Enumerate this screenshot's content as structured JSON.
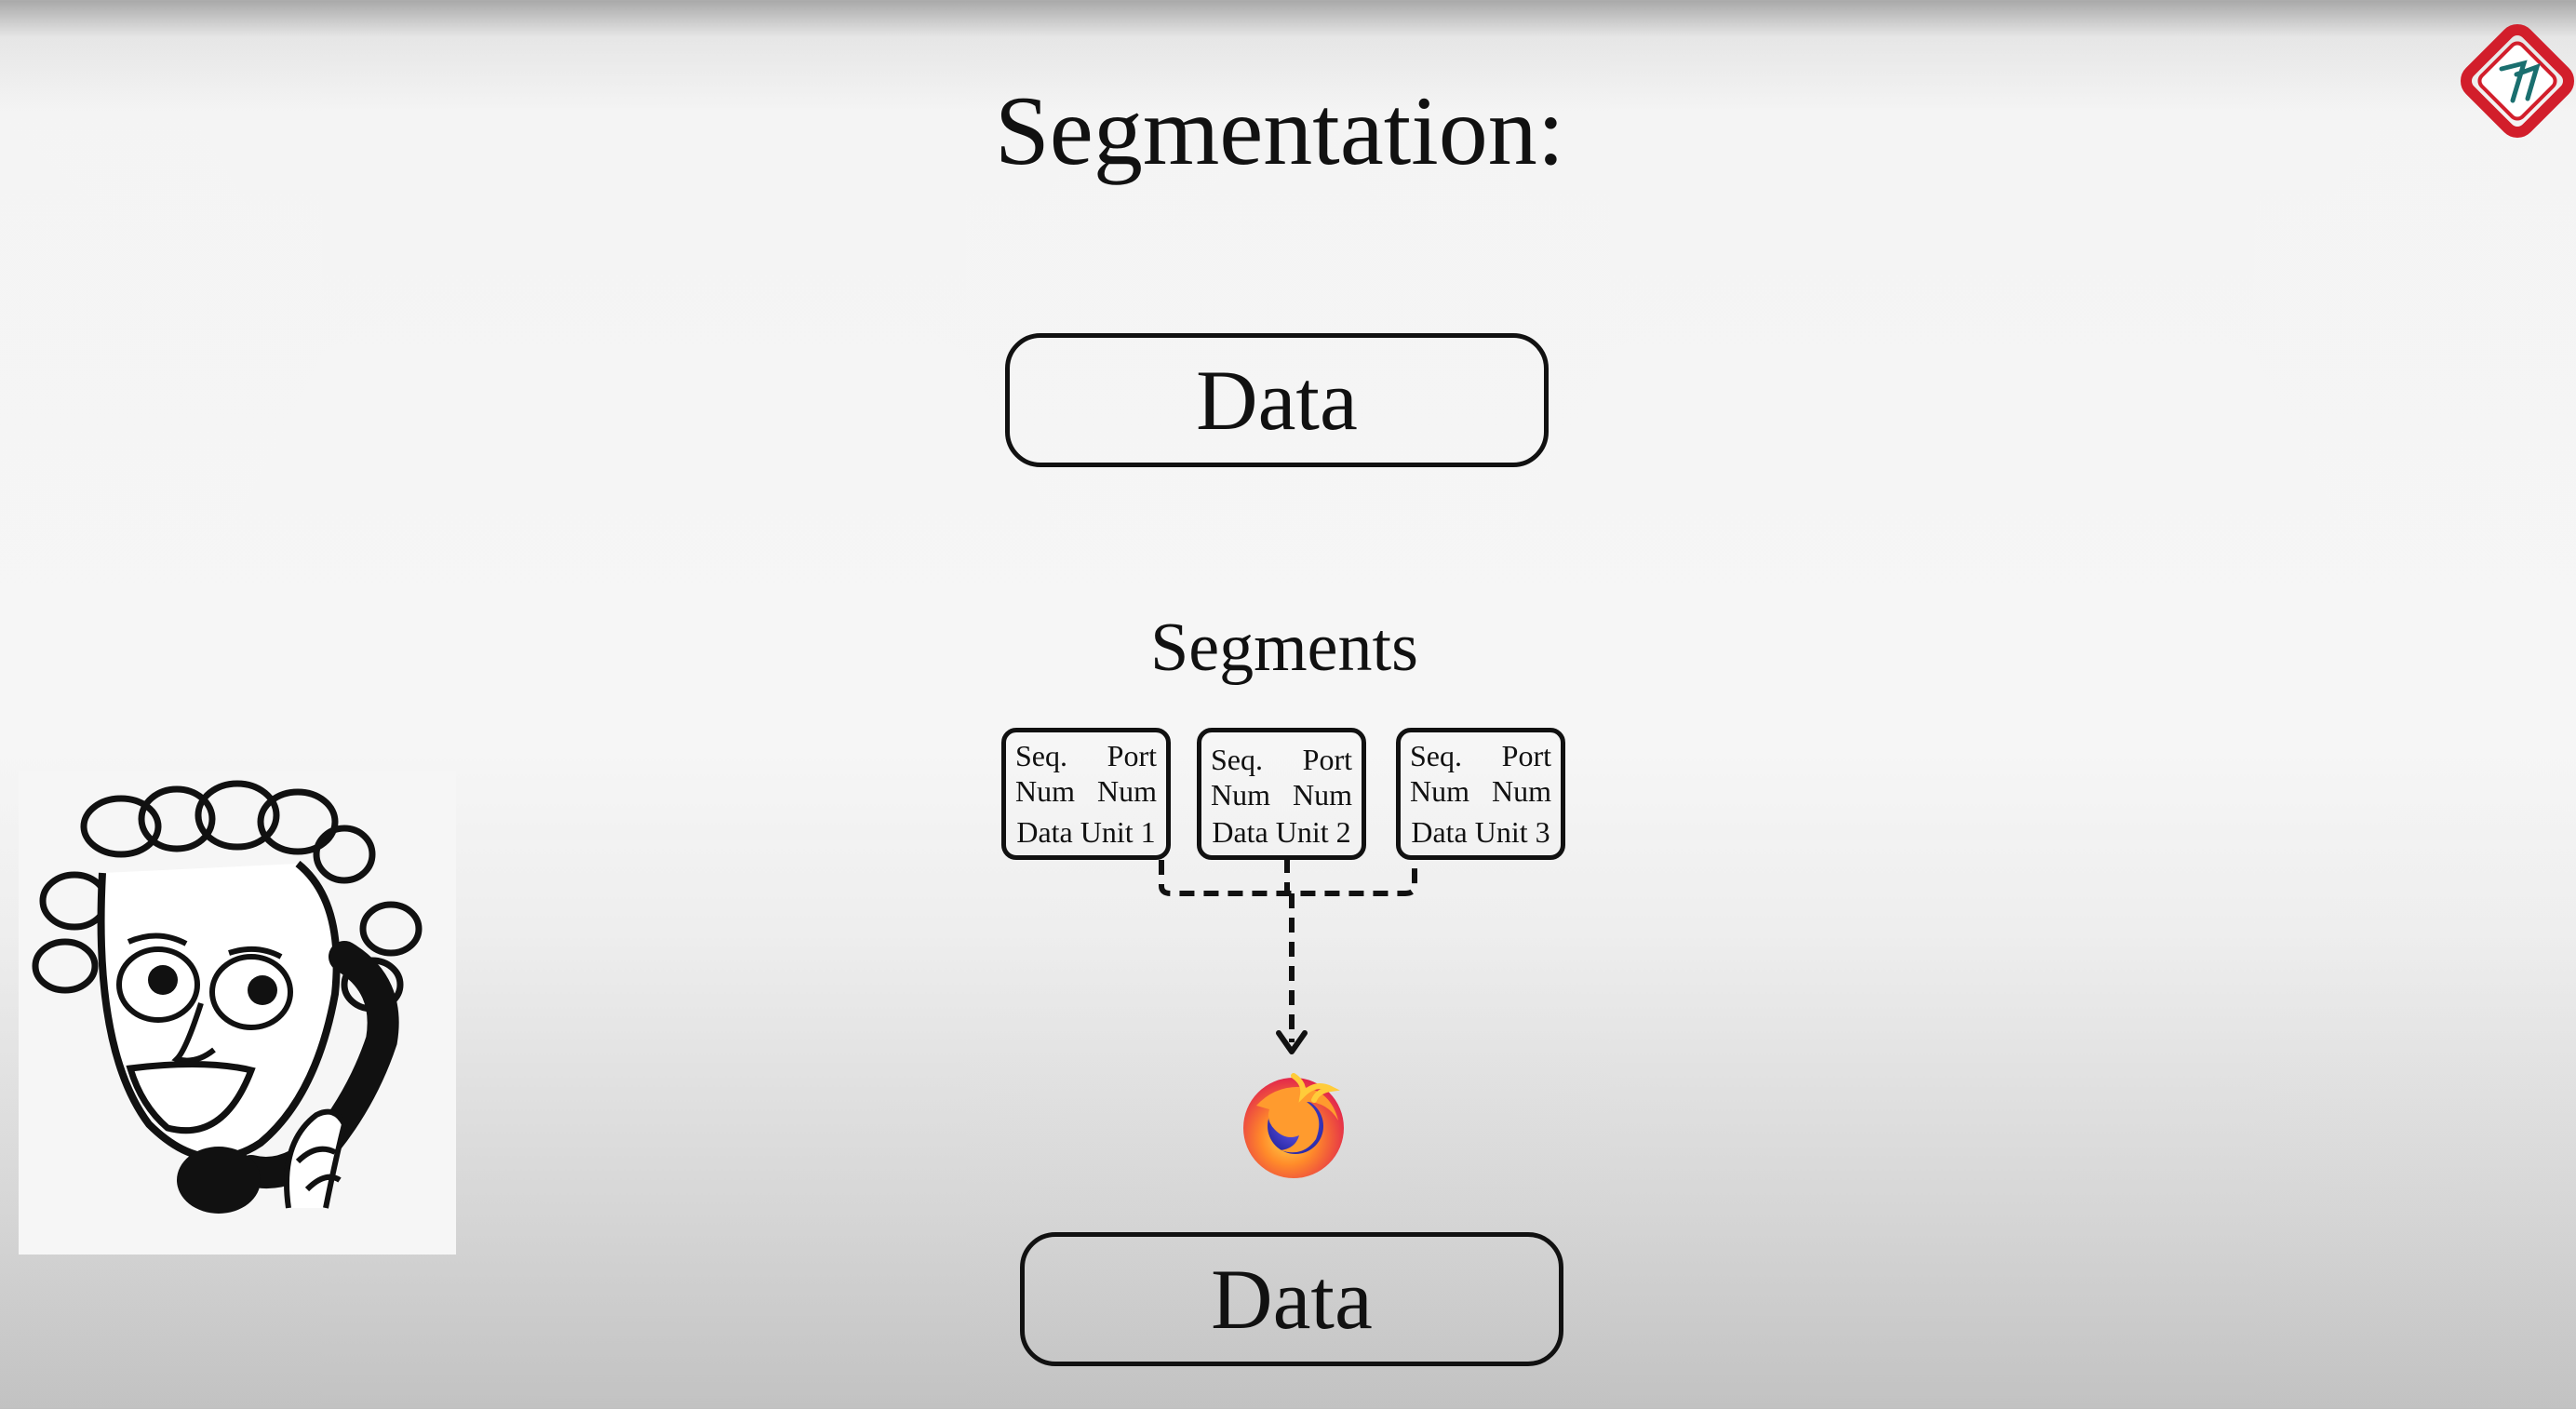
{
  "title": "Segmentation:",
  "top_box": {
    "label": "Data"
  },
  "segments_label": "Segments",
  "segments": [
    {
      "seq_top": "Seq.",
      "port_top": "Port",
      "seq_bottom": "Num",
      "port_bottom": "Num",
      "unit": "Data Unit 1"
    },
    {
      "seq_top": "Seq.",
      "port_top": "Port",
      "seq_bottom": "Num",
      "port_bottom": "Num",
      "unit": "Data Unit 2"
    },
    {
      "seq_top": "Seq.",
      "port_top": "Port",
      "seq_bottom": "Num",
      "port_bottom": "Num",
      "unit": "Data Unit 3"
    }
  ],
  "bottom_box": {
    "label": "Data"
  },
  "icons": {
    "browser": "firefox-icon",
    "character": "woman-on-phone-illustration",
    "logo": "channel-logo"
  },
  "colors": {
    "logo_red": "#d21e2b",
    "firefox_orange": "#f07a1e",
    "firefox_blue": "#3b3fd1"
  }
}
